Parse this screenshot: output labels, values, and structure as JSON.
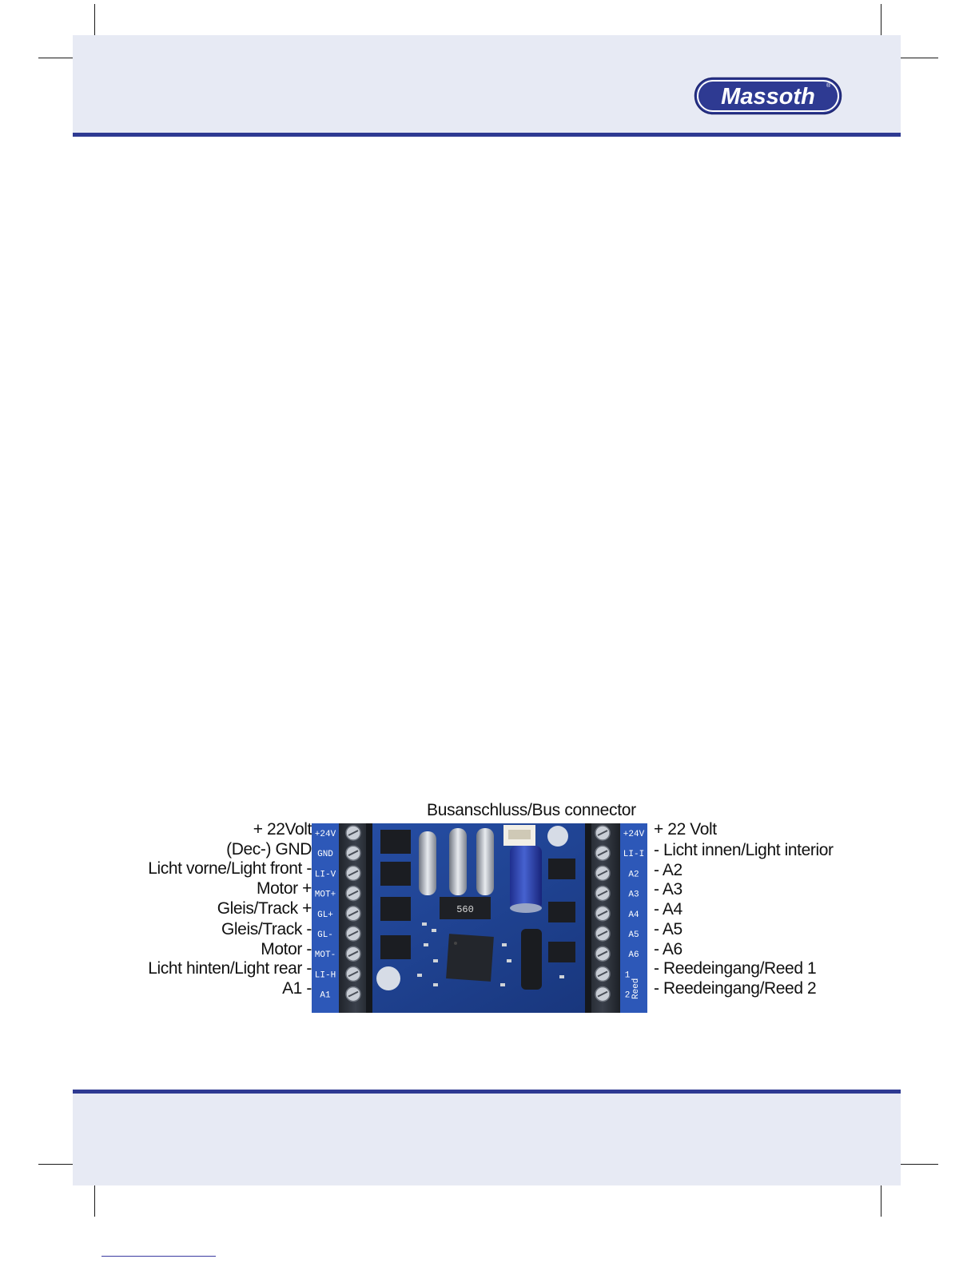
{
  "brand": {
    "logo_text": "Massoth",
    "registered_mark": "®",
    "primary_color": "#2e3a92",
    "band_color": "#e7eaf4"
  },
  "diagram": {
    "title": "Busanschluss/Bus connector",
    "left_labels": [
      "+ 22Volt",
      "(Dec-) GND",
      "Licht vorne/Light front -",
      "Motor +",
      "Gleis/Track +",
      "Gleis/Track -",
      "Motor -",
      "Licht hinten/Light rear -",
      "A1 -"
    ],
    "right_labels": [
      "+ 22 Volt",
      "- Licht innen/Light interior",
      "- A2",
      "- A3",
      "- A4",
      "- A5",
      "- A6",
      "- Reedeingang/Reed 1",
      "- Reedeingang/Reed 2"
    ],
    "pcb": {
      "left_pins": [
        "+24V",
        "GND",
        "LI-V",
        "MOT+",
        "GL+",
        "GL-",
        "MOT-",
        "LI-H",
        "A1"
      ],
      "right_pins": [
        "+24V",
        "LI-I",
        "A2",
        "A3",
        "A4",
        "A5",
        "A6",
        "1",
        "2"
      ],
      "reed_label": "Reed",
      "resistor_code": "560",
      "board_color": "#1d3f8f",
      "terminal_color": "#2a2f38"
    }
  }
}
